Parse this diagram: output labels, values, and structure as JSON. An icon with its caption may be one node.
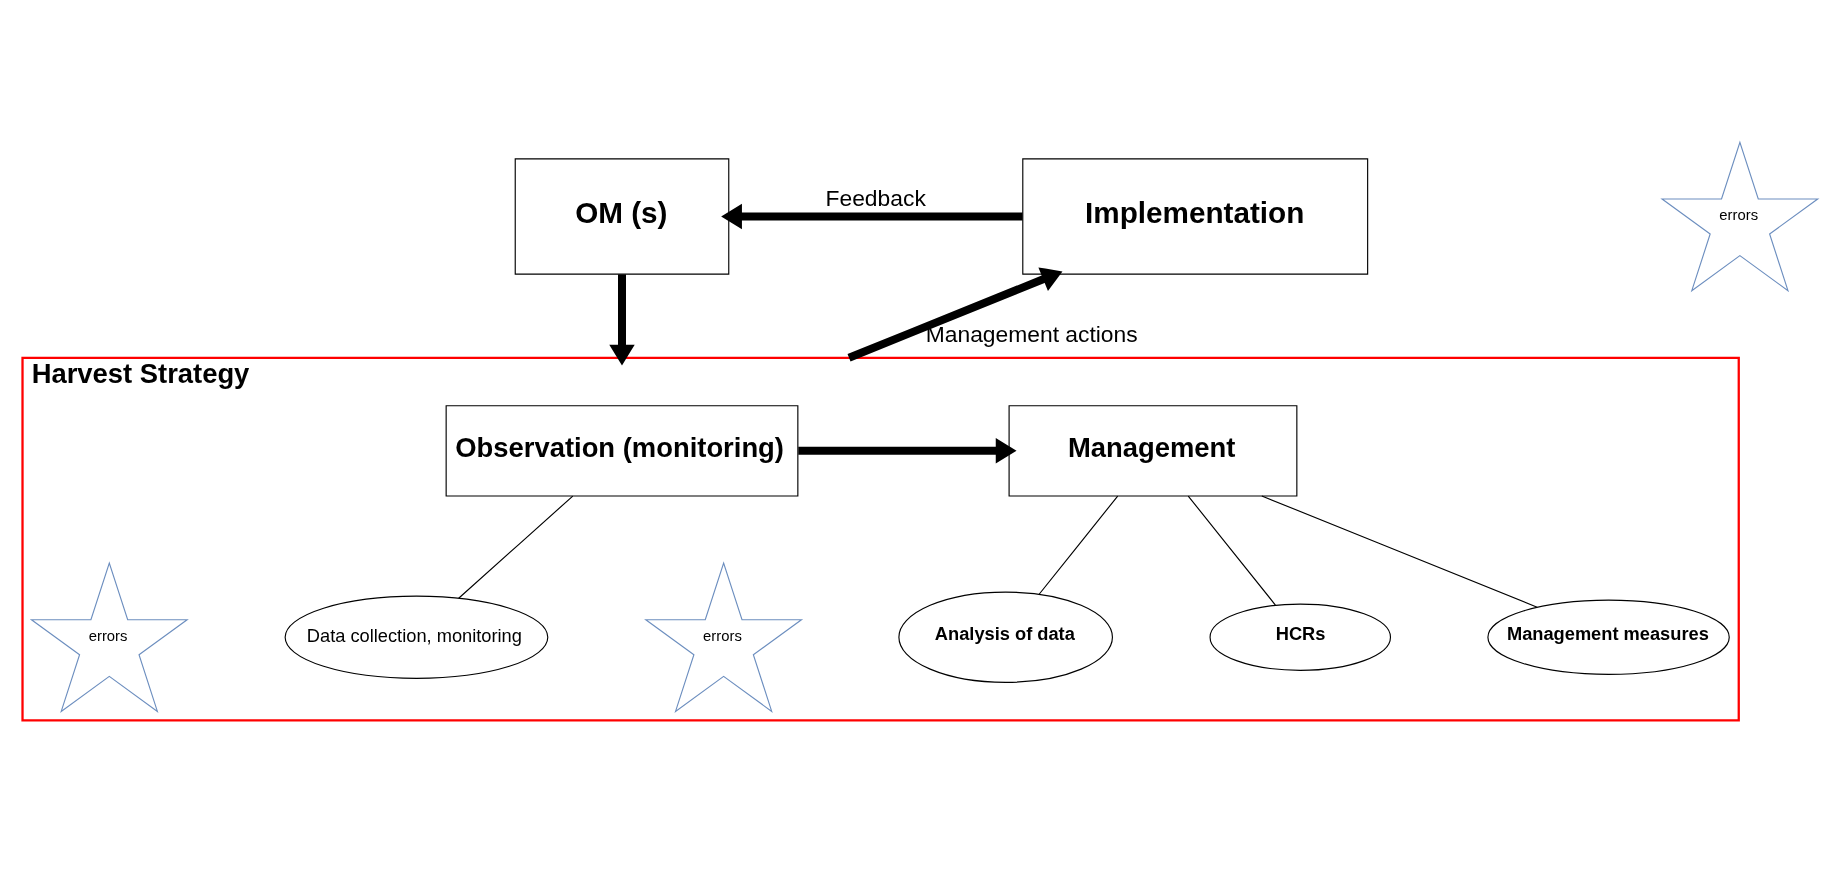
{
  "diagram": {
    "nodes": [
      {
        "text": [
          "OM (s)"
        ]
      },
      {
        "text": [
          "Implementation"
        ]
      },
      {
        "text": [
          "Harvest Strategy"
        ]
      },
      {
        "text": [
          "Observation (monitoring)"
        ],
        "in": 2
      },
      {
        "text": [
          "Management"
        ],
        "in": 2
      },
      {
        "text": [
          "Data collection, monitoring"
        ],
        "in": 2
      },
      {
        "text": [
          "Analysis of data"
        ],
        "in": 2
      },
      {
        "text": [
          "HCRs"
        ],
        "in": 2
      },
      {
        "text": [
          "Management measures"
        ],
        "in": 2
      },
      {
        "text": [
          "errors"
        ]
      },
      {
        "text": [
          "errors"
        ],
        "in": 2
      },
      {
        "text": [
          "errors"
        ],
        "in": 2
      }
    ],
    "edges": [
      {
        "from": 1,
        "to": 0,
        "arrow": "to",
        "label": "Feedback",
        "style": "thick"
      },
      {
        "from": 0,
        "to": 2,
        "arrow": "to",
        "style": "thick"
      },
      {
        "from": 2,
        "to": 1,
        "arrow": "to",
        "label": "Management actions",
        "style": "thick"
      },
      {
        "from": 3,
        "to": 4,
        "arrow": "to",
        "style": "thick"
      },
      {
        "from": 3,
        "to": 5,
        "arrow": "none"
      },
      {
        "from": 4,
        "to": 6,
        "arrow": "none"
      },
      {
        "from": 4,
        "to": 7,
        "arrow": "none"
      },
      {
        "from": 4,
        "to": 8,
        "arrow": "none"
      }
    ]
  }
}
